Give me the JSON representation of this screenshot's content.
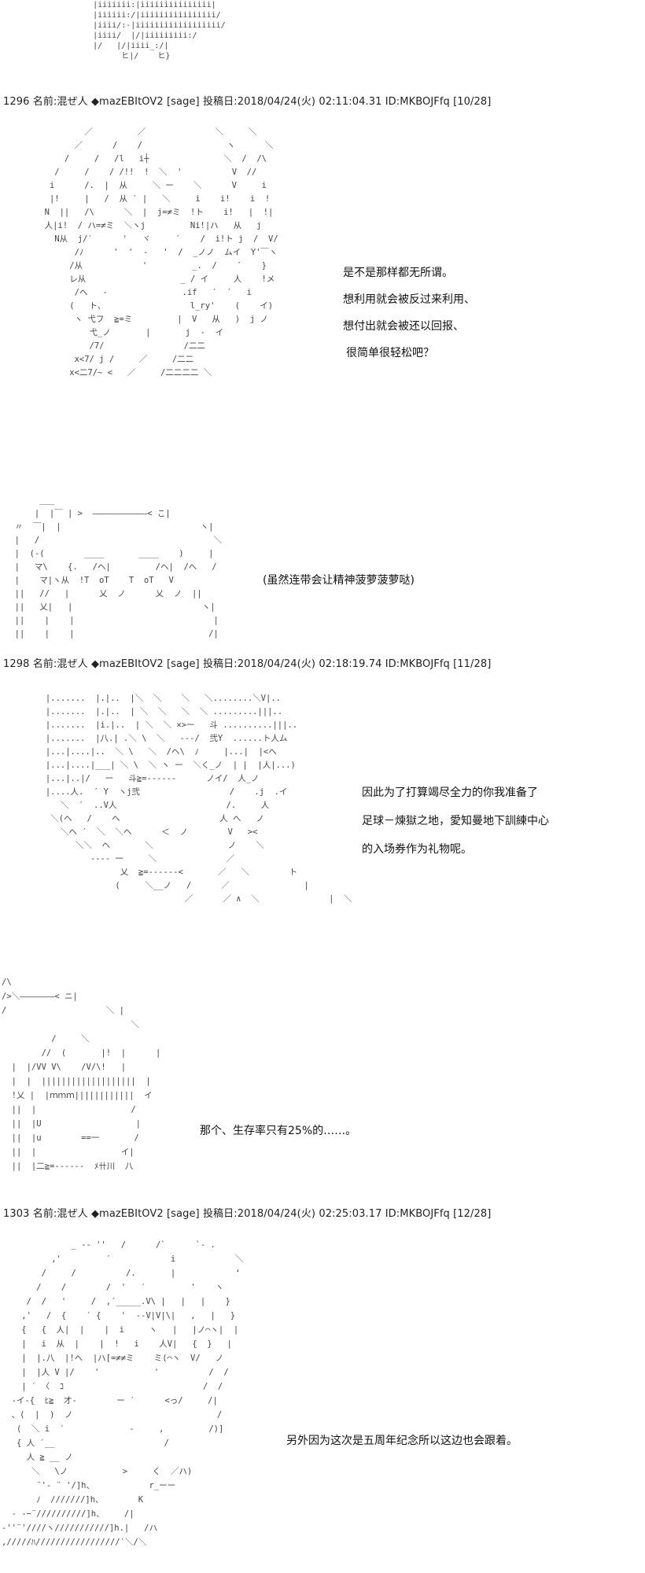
{
  "posts": [
    {
      "number": "1296",
      "name_label": "名前:",
      "name": "混ぜ人",
      "trip": "◆mazEBItOV2",
      "mail": "[sage]",
      "date_label": "投稿日:",
      "date": "2018/04/24(火) 02:11:04.31",
      "id": "ID:MKBOJFfq",
      "count": "[10/28]"
    },
    {
      "number": "1298",
      "name_label": "名前:",
      "name": "混ぜ人",
      "trip": "◆mazEBItOV2",
      "mail": "[sage]",
      "date_label": "投稿日:",
      "date": "2018/04/24(火) 02:18:19.74",
      "id": "ID:MKBOJFfq",
      "count": "[11/28]"
    },
    {
      "number": "1303",
      "name_label": "名前:",
      "name": "混ぜ人",
      "trip": "◆mazEBItOV2",
      "mail": "[sage]",
      "date_label": "投稿日:",
      "date": "2018/04/24(火) 02:25:03.17",
      "id": "ID:MKBOJFfq",
      "count": "[12/28]"
    }
  ],
  "dialogs": {
    "d1": [
      "是不是那样都无所谓。",
      "想利用就会被反过来利用、",
      "想付出就会被还以回报、",
      "很简单很轻松吧？"
    ],
    "d2": [
      "(虽然连带会让精神菠萝菠萝哒)"
    ],
    "d3": [
      "因此为了打算竭尽全力的你我准备了",
      "足球－煉獄之地，愛知曼地下訓練中心",
      "的入场券作为礼物呢。"
    ],
    "d4": [
      "那个、生存率只有25%的……。"
    ],
    "d5": [
      "另外因为这次是五周年纪念所以这边也会跟着。"
    ]
  },
  "ascii_art": {
    "a0": "    |iiiiiii:|iiiiiiiiiiiiiii|\n    |iiiiii:/|iiiiiiiiiiiiiiii/\n    |iiii/:-|iiiiiiiiiiiiiiiiii/\n    |iiii/  |/|iiiiiiiii:/\n    |/   |/|iiii_:/|\n          ヒ|/    ヒ}",
    "a1": "          ／         ／              ＼     ＼\n        ／      /    /                 ヽ      ＼\n      /     /   /l   i┼               ＼  /  /\\\n    /     /    / /!!  !  ＼  '          V  //\n   i      /.  |  从     ＼ ー    ＼      V     i\n   |!     |   /  从 ′ |   ＼     i    i!    i  !\n  N  ||   /\\      ＼  |  j=≠ミ  !ト    i!   |  !|\n  人|i!  / ハ=≠ミ  ＼ヽj         Ni!|ハ   从   j\n    N从  j/′      '   ヾ     ′    /  i!ト j  /  V/\n        /ﾉ      '  '  -   '  /  _ノノ  ムイ  Y'￣ヽ\n       /从            '         _.  /    ′    }\n       レ从                   _ / イ     人    !メ\n        /へ   -               .if   ′  ′   i\n       (   ト、                 l_ry'    (    イ)\n        ヽ 弋フ  ≧=ミ         |  V   从   )  j ノ\n           弋_ノ       |       j  -  イ\n           /7/                /二二\n        x<7/ j /     ／     /二二\n       x<二7/~ <   ／     /二二二二 ＼",
    "a2": "       ___\n      |  |￣ | >  ―――――――――――< こ|\n  〃  ￣|  |                            ヽ|\n  |   /                                   ＼\n  |  (-(        ____       ____    )     |\n  |   マ\\    {.   /ヘ|         /ヘ|  /へ   /\n  |    マ|ヽ从  !T  oT    T  oT   V\n  ||   //   |      乂  ノ      乂  ノ  ||\n  ||   乂|   |                          ヽ|\n  ||    |    |                            |\n  ||    |    |                           /|",
    "a3": "      |.......  |.|..  |＼  ＼    ＼   ＼........＼V|..\n      |.......  |.|..  | ＼  ＼   ＼  ＼ .........|||..\n      |.......  |i.|..  | ＼  ＼ ×>ー   斗 ..........|||..\n      |.......  |八.| .＼ \\  ＼   ---/  弐Y  ......ト人ム\n      |...|....|..  ＼ \\   ＼  /ヘ\\  ﾉ     |...|  |<へ\n      |...|....|___| ＼ \\  ＼ ヽ ー  ＼く_ノ  | |  |人|...)\n      |...|..|/   ー   斗≧=------      ノイ/  人_ノ\n      |....人.  ′ Y  ヽj弐                  /    .j  .イ\n         ＼  ′  ..V人                      /.     人\n       ＼(ヘ   /    ヘ                    人 へ   ノ\n         ＼ヘ ′  ＼  ＼ヘ      ＜  ノ        V   ><\n            ＼＼  ヘ       ＼               ノ    ＼\n               ---- 一     ＼              ／\n                     乂  ≧=------<       ／   ＼        ト\n                    (     ＼__ノ   /      ／               |\n                                  ／      ／ ∧  ＼              |  ＼",
    "a4": "/\\\n/>＼―――――――< ニ|\n/                    ＼ |\n                          ＼\n          /     ＼\n        //  (       |!  |      |\n  |  |/VV V\\    /V/\\!   |\n  |  |  |||||||||||||||||||  |\n  !乂 |  |ｍｍｍ||||||||||||  イ\n  ||  |                   /\n  ||  |U                   |\n  ||  |u        ==一       /\n  ||  |                 イ|\n  ||  |二≧=------  ﾒ卄川  八",
    "a5": "              _ -‐ ''   /      /`      `‐ .\n          ,'         ′            i            ＼\n        /     /          /.       |            ‘\n       /    /        /  '   ′         '    ヽ\n     /  /   '     /  ,′_____.V\\ |   |   |    }\n    ,'   /  {    ′ {    '  --V|V|\\|   ,   |   }\n    {   {  人|  |    |  i     ヽ   |   |ノ⌒ヽ|  |\n    |   i  从  |    |  !   i    人V|   {  }   |\n    |  |.八  |!へ  |ハ[=≠≠ミ    ミ(⌒ヽ  V/   ノ\n    |  |人 V |/    '           '          /  /\n    | ′ 〈  ｺ                            /  /\n  -イ-{  ﾋ≧  才-        ー ′      <っ/     /|\n  、(  |  )  ノ                             /\n   (  ＼ i  ′             -     ,         /)]\n   { 人 ′__                      /\n     人 ≧ __ ノ\n      ＼   \\ノ           >     く  ／ハ)\n       ¨'‐ ¨ '/]h、           r_ーー\n       ﾉ  ///////]h、       K\n  ‐ -−¨//////////]h、    /|\n-''¨'////ヽ///////////]h.|   /ハ\n,/////ﾊ/////////////////′＼/＼"
  }
}
